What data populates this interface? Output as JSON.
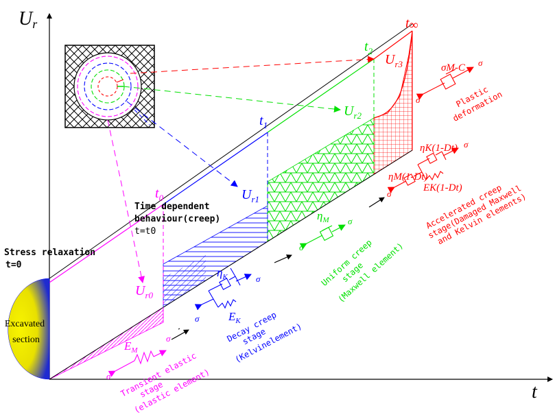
{
  "axes": {
    "y_label": "U",
    "y_sub": "r",
    "x_label": "t"
  },
  "time_labels": {
    "t0_main": "t",
    "t0_sub": "0",
    "t1_main": "t",
    "t1_sub": "1",
    "t2_main": "t",
    "t2_sub": "2",
    "tinf_main": "t",
    "tinf_sub": "∞"
  },
  "displacements": {
    "ur0": {
      "main": "U",
      "sub": "r0"
    },
    "ur1": {
      "main": "U",
      "sub": "r1"
    },
    "ur2": {
      "main": "U",
      "sub": "r2"
    },
    "ur3": {
      "main": "U",
      "sub": "r3"
    }
  },
  "section": {
    "line1": "Excavated",
    "line2": "section"
  },
  "stress_relaxation": {
    "line1": "Stress relaxation",
    "line2": "t=0"
  },
  "time_dependent": {
    "line1": "Time dependent",
    "line2": "behaviour(creep)",
    "line3": "t=t0"
  },
  "elastic": {
    "E_main": "E",
    "E_sub": "M",
    "sigma": "σ",
    "line1": "Transient elastic",
    "line2": "stage",
    "line3": "(elastic element)"
  },
  "decay": {
    "eta_main": "η",
    "eta_sub": "K",
    "E_main": "E",
    "E_sub": "K",
    "sigma": "σ",
    "line1": "Decay creep",
    "line2": "stage",
    "line3": "(Kelvinelement)"
  },
  "uniform": {
    "eta_main": "η",
    "eta_sub": "M",
    "sigma": "σ",
    "line1": "Uniform creep",
    "line2": "stage",
    "line3": "(Maxwell element)"
  },
  "accelerated": {
    "etaM": "ηM(1-Dt)",
    "etaK": "ηK(1-Dt)",
    "EK": "EK(1-Dt)",
    "sigma": "σ",
    "line1": "Accelerated creep",
    "line2": "stage(Damaged Maxwell",
    "line3": "and Kelvin elements)"
  },
  "plastic": {
    "sigma_label": "σM-C",
    "sigma": "σ",
    "line1": "Plastic",
    "line2": "deformation"
  },
  "colors": {
    "magenta": "#ff00ff",
    "blue": "#0000ff",
    "green": "#00e000",
    "red": "#ff0000",
    "black": "#000000",
    "yellow": "#f5f000"
  }
}
